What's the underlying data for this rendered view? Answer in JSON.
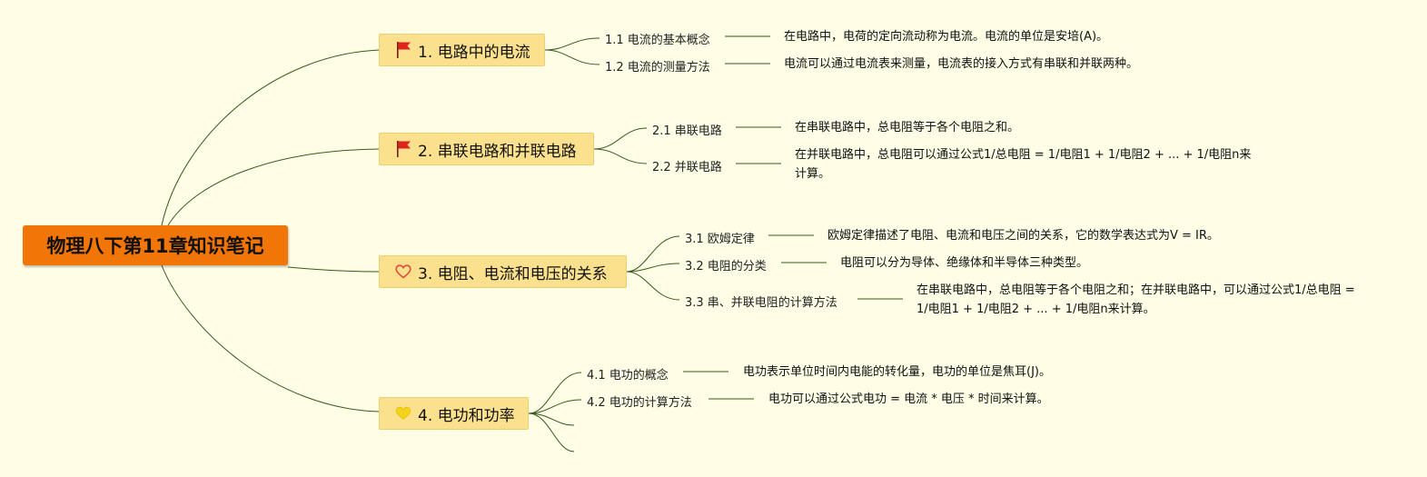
{
  "root": {
    "title": "物理八下第11章知识笔记"
  },
  "topics": [
    {
      "label": "1. 电路中的电流",
      "icon": "red-flag-icon",
      "children": [
        {
          "label": "1.1 电流的基本概念",
          "desc": "在电路中，电荷的定向流动称为电流。电流的单位是安培(A)。"
        },
        {
          "label": "1.2 电流的测量方法",
          "desc": "电流可以通过电流表来测量，电流表的接入方式有串联和并联两种。"
        }
      ]
    },
    {
      "label": "2. 串联电路和并联电路",
      "icon": "red-flag-icon",
      "children": [
        {
          "label": "2.1 串联电路",
          "desc": "在串联电路中，总电阻等于各个电阻之和。"
        },
        {
          "label": "2.2 并联电路",
          "desc": "在并联电路中，总电阻可以通过公式1/总电阻 = 1/电阻1 + 1/电阻2 + ... + 1/电阻n来计算。"
        }
      ]
    },
    {
      "label": "3. 电阻、电流和电压的关系",
      "icon": "heart-outline-icon",
      "children": [
        {
          "label": "3.1 欧姆定律",
          "desc": "欧姆定律描述了电阻、电流和电压之间的关系，它的数学表达式为V = IR。"
        },
        {
          "label": "3.2 电阻的分类",
          "desc": "电阻可以分为导体、绝缘体和半导体三种类型。"
        },
        {
          "label": "3.3 串、并联电阻的计算方法",
          "desc": "在串联电路中，总电阻等于各个电阻之和；在并联电路中，可以通过公式1/总电阻 = 1/电阻1 + 1/电阻2 + ... + 1/电阻n来计算。"
        }
      ]
    },
    {
      "label": "4. 电功和功率",
      "icon": "yellow-heart-icon",
      "children": [
        {
          "label": "4.1 电功的概念",
          "desc": "电功表示单位时间内电能的转化量，电功的单位是焦耳(J)。"
        },
        {
          "label": "4.2 电功的计算方法",
          "desc": "电功可以通过公式电功 = 电流 * 电压 * 时间来计算。"
        }
      ]
    }
  ],
  "colors": {
    "line": "#3a5a1e",
    "root_bg": "#f27607",
    "topic_bg": "#fbe08d",
    "flag": "#e0241b",
    "heart": "#e04a3c",
    "yellow_heart": "#f4d41a"
  }
}
